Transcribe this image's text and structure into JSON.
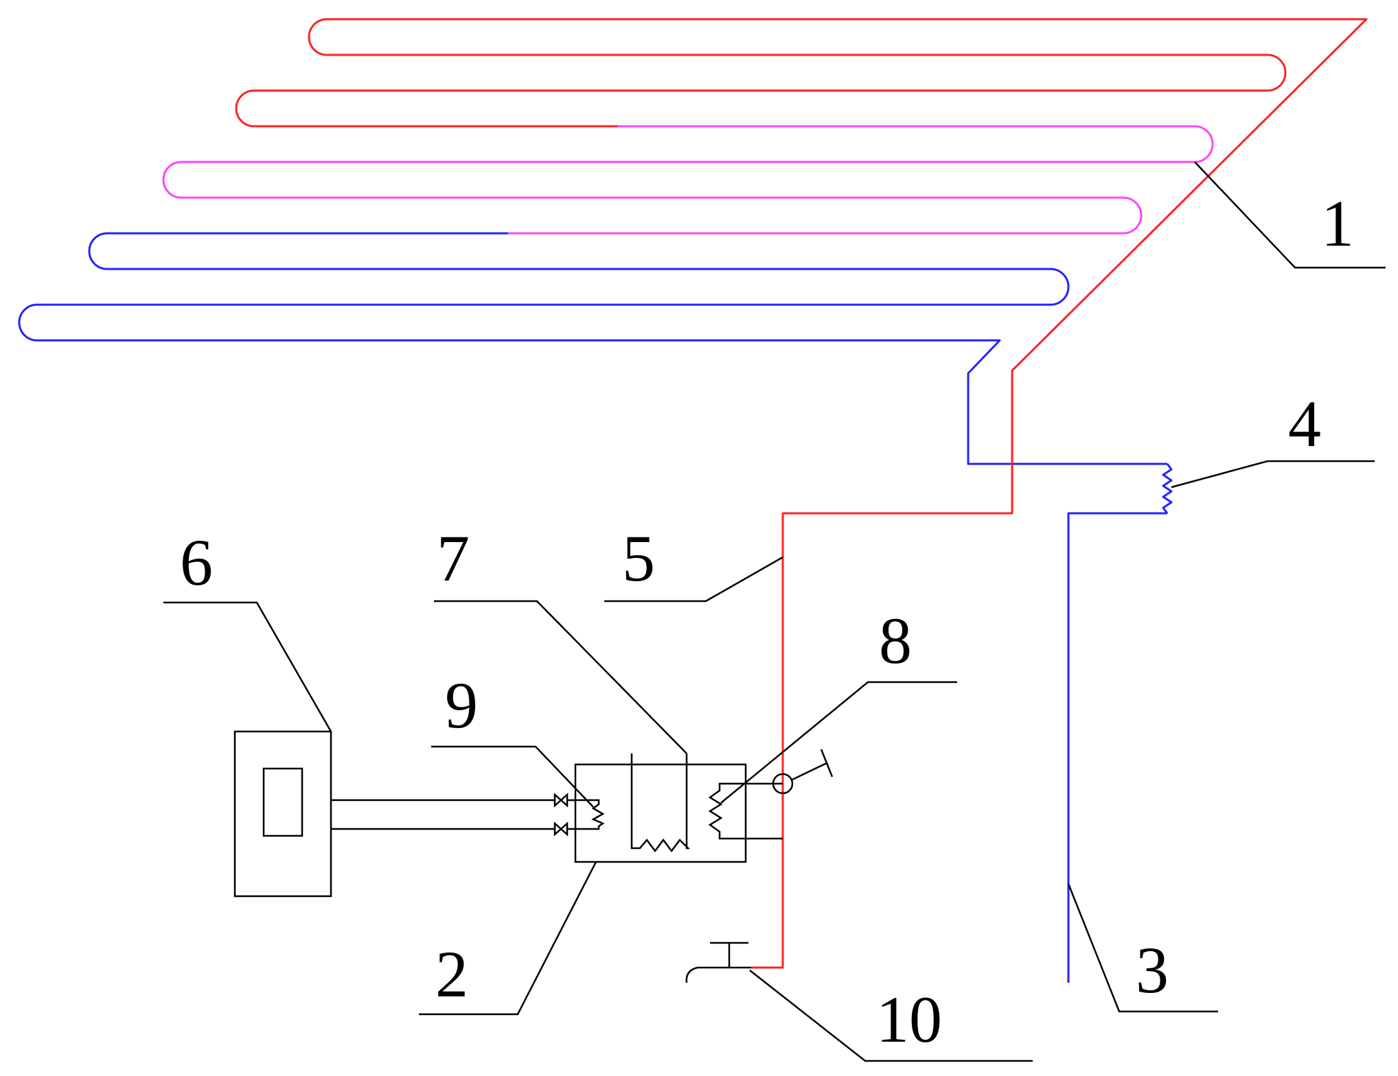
{
  "colors": {
    "hot_pipe": "#ff2222",
    "warm_pipe": "#ff44ff",
    "cold_pipe": "#2222ff",
    "outline": "#000000"
  },
  "labels": {
    "l1": "1",
    "l2": "2",
    "l3": "3",
    "l4": "4",
    "l5": "5",
    "l6": "6",
    "l7": "7",
    "l8": "8",
    "l9": "9",
    "l10": "10"
  }
}
